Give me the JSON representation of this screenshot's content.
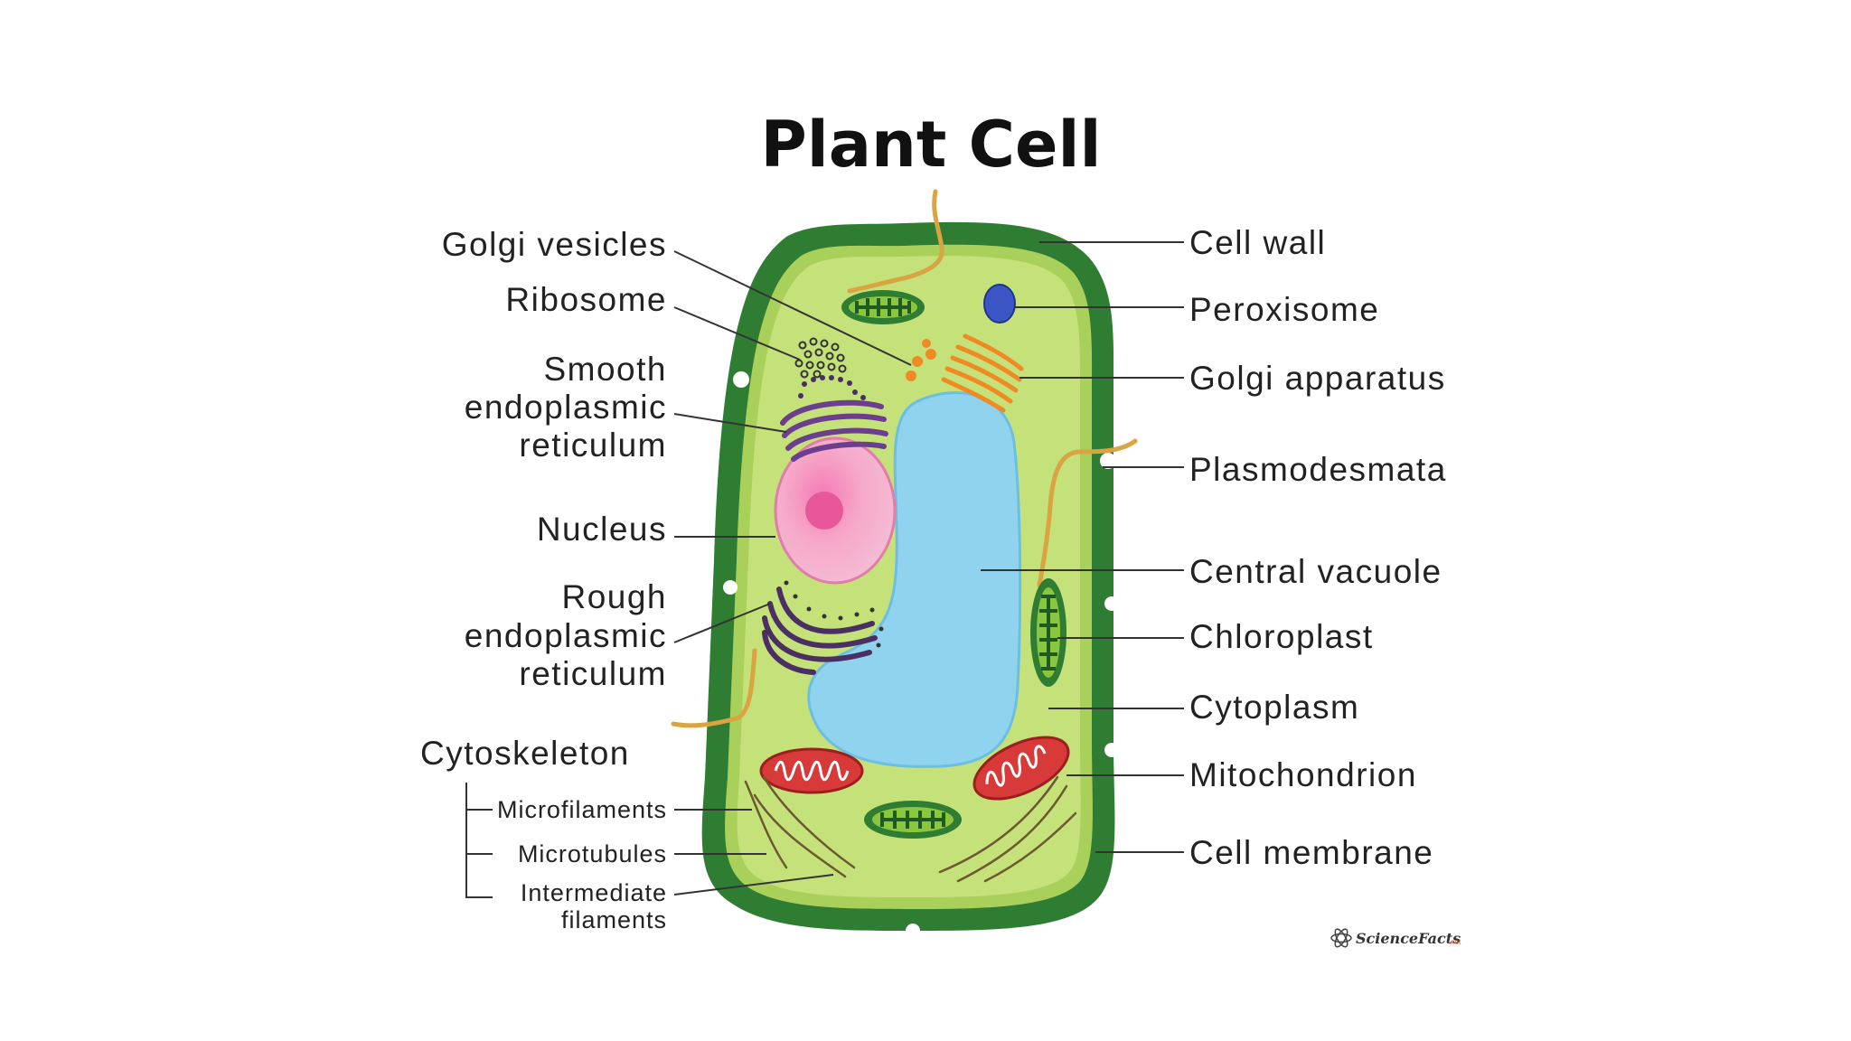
{
  "title": "Plant Cell",
  "labels": {
    "golgi_vesicles": "Golgi vesicles",
    "ribosome": "Ribosome",
    "smooth_er": [
      "Smooth",
      "endoplasmic",
      "reticulum"
    ],
    "nucleus": "Nucleus",
    "rough_er": [
      "Rough",
      "endoplasmic",
      "reticulum"
    ],
    "cytoskeleton": "Cytoskeleton",
    "microfilaments": "Microfilaments",
    "microtubules": "Microtubules",
    "intermediate_filaments": [
      "Intermediate",
      "filaments"
    ],
    "cell_wall": "Cell wall",
    "peroxisome": "Peroxisome",
    "golgi_apparatus": "Golgi apparatus",
    "plasmodesmata": "Plasmodesmata",
    "central_vacuole": "Central vacuole",
    "chloroplast": "Chloroplast",
    "cytoplasm": "Cytoplasm",
    "mitochondrion": "Mitochondrion",
    "cell_membrane": "Cell membrane"
  },
  "branding": {
    "name": "ScienceFacts",
    "suffix": ".net",
    "icon": "atom-icon"
  },
  "colors": {
    "cell_wall": "#2e7d32",
    "cytoplasm": "#c5e17a",
    "vacuole": "#8fd3ee",
    "nucleus": "#f6a9c9",
    "nucleolus": "#e8579a",
    "mitochondrion": "#d83a3a",
    "chloroplast": "#8bc63f",
    "golgi": "#f08a24",
    "er": "#4a2f63",
    "peroxisome": "#3b55c4",
    "plasmodesmata": "#d9a441"
  }
}
